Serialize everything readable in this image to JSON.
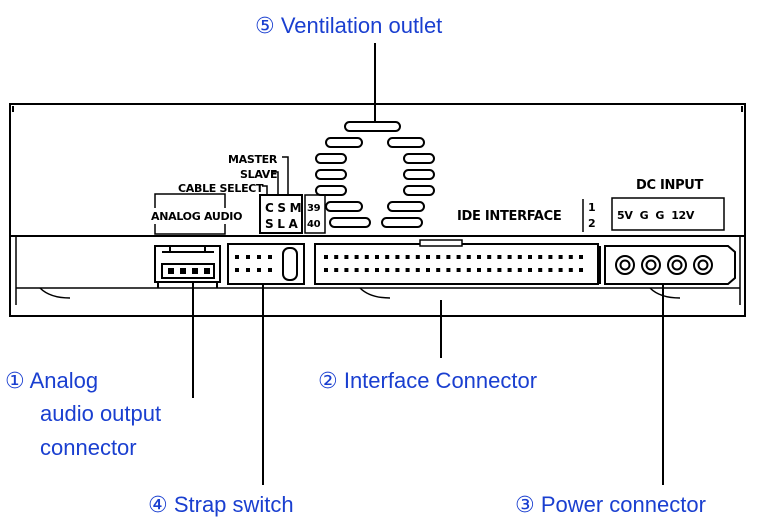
{
  "callouts": {
    "ventilation_outlet": "⑤ Ventilation outlet",
    "analog_audio_line1": "① Analog",
    "analog_audio_line2": "audio output",
    "analog_audio_line3": "connector",
    "interface_connector": "② Interface Connector",
    "strap_switch": "④ Strap switch",
    "power_connector": "③ Power connector"
  },
  "panel_labels": {
    "master": "MASTER",
    "slave": "SLAVE",
    "cable_select": "CABLE SELECT",
    "analog_audio": "ANALOG AUDIO",
    "jumper_top": "C S M",
    "jumper_bottom": "S L A",
    "pin_39": "39",
    "pin_40": "40",
    "ide_interface": "IDE INTERFACE",
    "pin_1": "1",
    "pin_2": "2",
    "dc_input": "DC INPUT",
    "dc_pins": "5V  G  G  12V"
  },
  "colors": {
    "callout_text": "#1a3fd0",
    "line": "#000000",
    "background": "#ffffff"
  }
}
